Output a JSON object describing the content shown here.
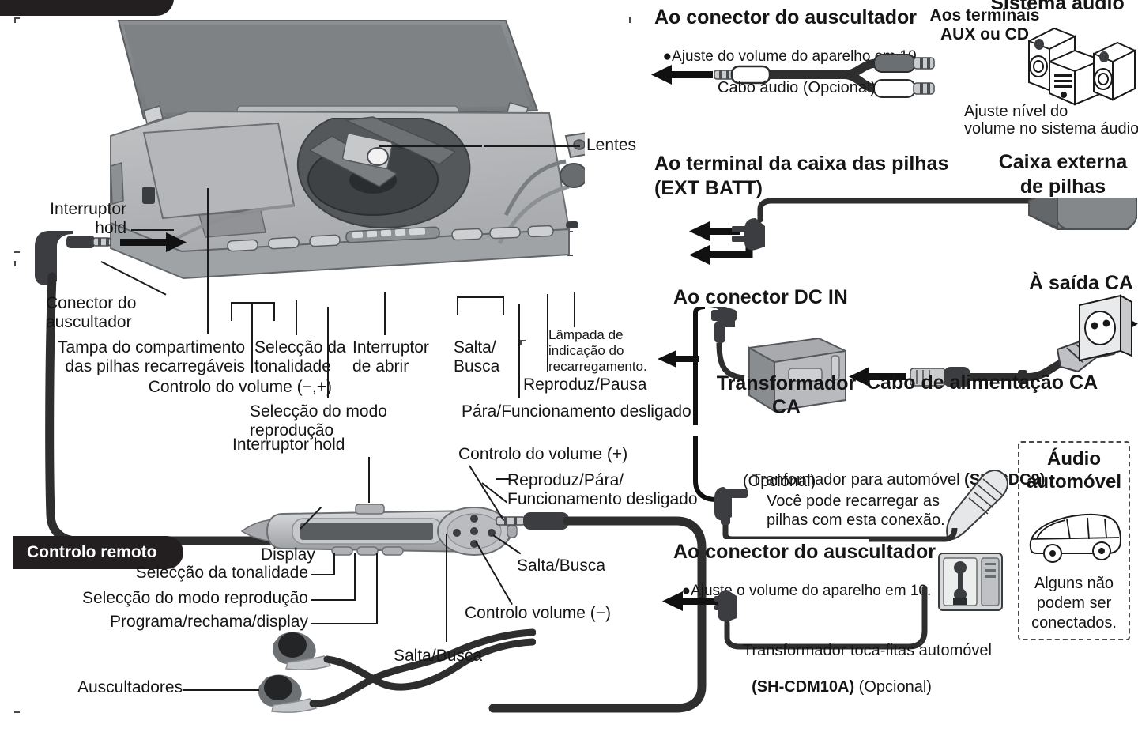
{
  "diagram": {
    "title_tab": "",
    "remote_tab": "Controlo remoto"
  },
  "player_labels": {
    "lentes": "Lentes",
    "interruptor_hold": "Interruptor\nhold",
    "conector_auscultador": "Conector do\nauscultador",
    "tampa_pilhas": "Tampa do compartimento\ndas pilhas recarregáveis",
    "controlo_volume": "Controlo do volume (−,+)",
    "seleccao_tonalidade": "Selecção da\ntonalidade",
    "interruptor_abrir": "Interruptor\nde abrir",
    "salta_busca": "Salta/\nBusca",
    "lampada": "Lâmpada de\nindicação do\nrecarregamento.",
    "reproduz_pausa": "Reproduz/Pausa",
    "seleccao_modo": "Selecção do modo\nreprodução",
    "para_funcionamento": "Pára/Funcionamento desligado"
  },
  "remote_labels": {
    "interruptor_hold": "Interruptor hold",
    "controlo_volume_mais": "Controlo do volume (+)",
    "reproduz_para_off": "Reproduz/Pára/\nFuncionamento desligado",
    "display": "Display",
    "seleccao_tonalidade": "Selecção da tonalidade",
    "seleccao_modo": "Selecção do modo reprodução",
    "programa": "Programa/rechama/display",
    "salta_busca_left": "Salta/Busca",
    "salta_busca_right": "Salta/Busca",
    "controlo_volume_menos": "Controlo volume (−)",
    "auscultadores": "Auscultadores"
  },
  "audio_system": {
    "heading": "Ao conector do auscultador",
    "note": "Ajuste do volume do aparelho em 10.",
    "cable_label": "Cabo áudio (Opcional)",
    "terminals": "Aos terminais\nAUX ou CD",
    "system_title": "Sistema áudio",
    "system_note": "Ajuste nível do\nvolume no sistema áudio."
  },
  "battery_box": {
    "heading": "Ao terminal da caixa das pilhas\n(EXT BATT)",
    "title": "Caixa externa\nde pilhas"
  },
  "ac_power": {
    "heading": "Ao conector DC IN",
    "adapter": "Transformador\nCA",
    "cord": "Cabo de alimentação CA",
    "outlet": "À saída CA"
  },
  "car_audio": {
    "adapter_line1": "Tranformador para automóvel ",
    "adapter_model": "(SH-CDC9)",
    "adapter_line2": "(Opcional)",
    "adapter_note": "Você pode recarregar as\npilhas com esta conexão.",
    "heading": "Ao conector do auscultador",
    "note": "Ajuste o volume do aparelho em 10.",
    "cassette_line1": "Transformador toca-fitas automóvel",
    "cassette_model": "(SH-CDM10A)",
    "cassette_optional": " (Opcional)",
    "box_title": "Áudio\nautomóvel",
    "box_note": "Alguns não\npodem ser\nconectados."
  },
  "colors": {
    "ink": "#151515",
    "dash": "#4a4a4a",
    "tab_bg": "#231f20",
    "body_light": "#b9bbbd",
    "body_mid": "#9b9da0",
    "body_dark": "#6e7173",
    "disc_dark": "#4c4f52",
    "cable": "#2e2e2e"
  }
}
